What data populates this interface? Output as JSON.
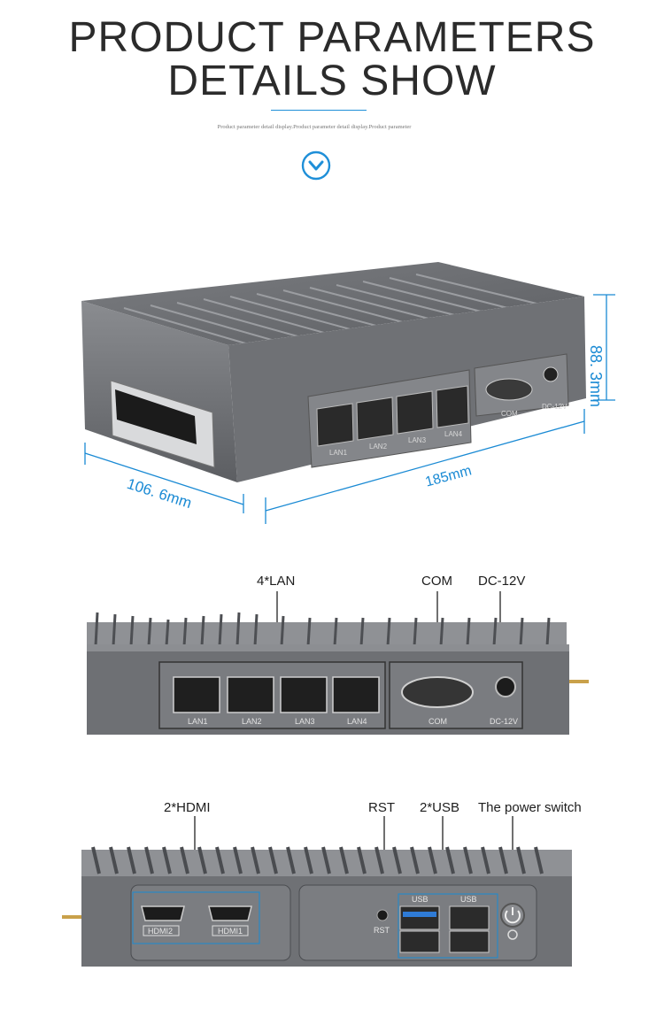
{
  "header": {
    "title_line1": "PRODUCT PARAMETERS",
    "title_line2": "DETAILS SHOW",
    "subtitle": "Product parameter detail display.Product parameter detail display.Product parameter"
  },
  "dimensions": {
    "height": "88. 3mm",
    "length": "185mm",
    "width": "106. 6mm"
  },
  "device_iso": {
    "port_labels": [
      "LAN1",
      "LAN2",
      "LAN3",
      "LAN4"
    ],
    "com": "COM",
    "dc": "DC-12V"
  },
  "front_panel": {
    "callouts": {
      "lan": "4*LAN",
      "com": "COM",
      "dc": "DC-12V"
    },
    "port_labels": [
      "LAN1",
      "LAN2",
      "LAN3",
      "LAN4"
    ],
    "com_label": "COM",
    "dc_label": "DC-12V"
  },
  "rear_panel": {
    "callouts": {
      "hdmi": "2*HDMI",
      "rst": "RST",
      "usb": "2*USB",
      "power": "The power switch"
    },
    "hdmi_labels": [
      "HDMI2",
      "HDMI1"
    ],
    "rst_label": "RST",
    "usb_labels": [
      "USB",
      "USB"
    ]
  },
  "colors": {
    "accent": "#1a8ad4",
    "chassis": "#6d6f73"
  }
}
